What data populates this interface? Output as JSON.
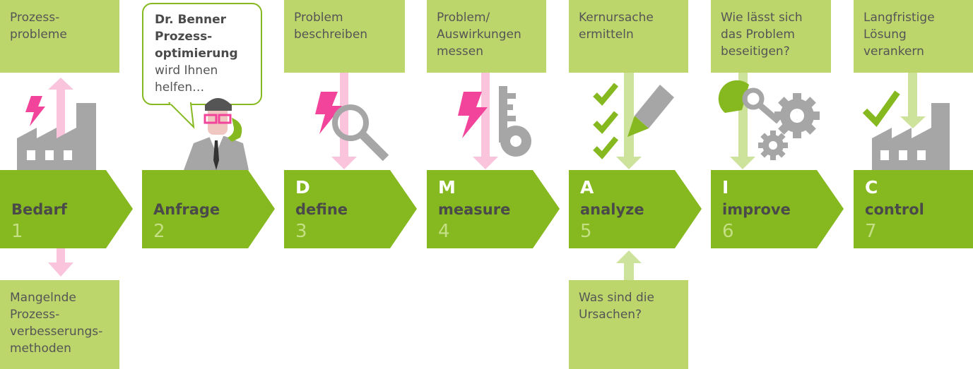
{
  "colors": {
    "box": "#bdd66c",
    "chevron": "#86b820",
    "pink": "#f2449a",
    "pink_light": "#f9c4dc",
    "grey": "#a6a6a6",
    "green_light": "#cde29a"
  },
  "top_boxes": [
    {
      "text": "Prozess-\nprobleme"
    },
    {
      "text": "Problem\nbeschreiben"
    },
    {
      "text": "Problem/\nAuswirkungen\nmessen"
    },
    {
      "text": "Kernursache\nermitteln"
    },
    {
      "text": "Wie lässt sich\ndas Problem\nbeseitigen?"
    },
    {
      "text": "Langfristige\nLösung\nverankern"
    }
  ],
  "bottom_boxes": [
    {
      "text": "Mangelnde\nProzess-\nverbesserungs-\nmethoden"
    },
    {
      "text": "Was sind die\nUrsachen?"
    }
  ],
  "bubble": {
    "bold": "Dr. Benner\nProzess-\noptimierung",
    "rest": "wird Ihnen\nhelfen…"
  },
  "steps": [
    {
      "letter": "",
      "name": "Bedarf",
      "number": "1"
    },
    {
      "letter": "",
      "name": "Anfrage",
      "number": "2"
    },
    {
      "letter": "D",
      "name": "define",
      "number": "3"
    },
    {
      "letter": "M",
      "name": "measure",
      "number": "4"
    },
    {
      "letter": "A",
      "name": "analyze",
      "number": "5"
    },
    {
      "letter": "I",
      "name": "improve",
      "number": "6"
    },
    {
      "letter": "C",
      "name": "control",
      "number": "7"
    }
  ],
  "icons": [
    "factory-icon",
    "consultant-icon",
    "magnifier-icon",
    "key-icon",
    "checklist-icon",
    "gears-icon",
    "factory-check-icon"
  ]
}
